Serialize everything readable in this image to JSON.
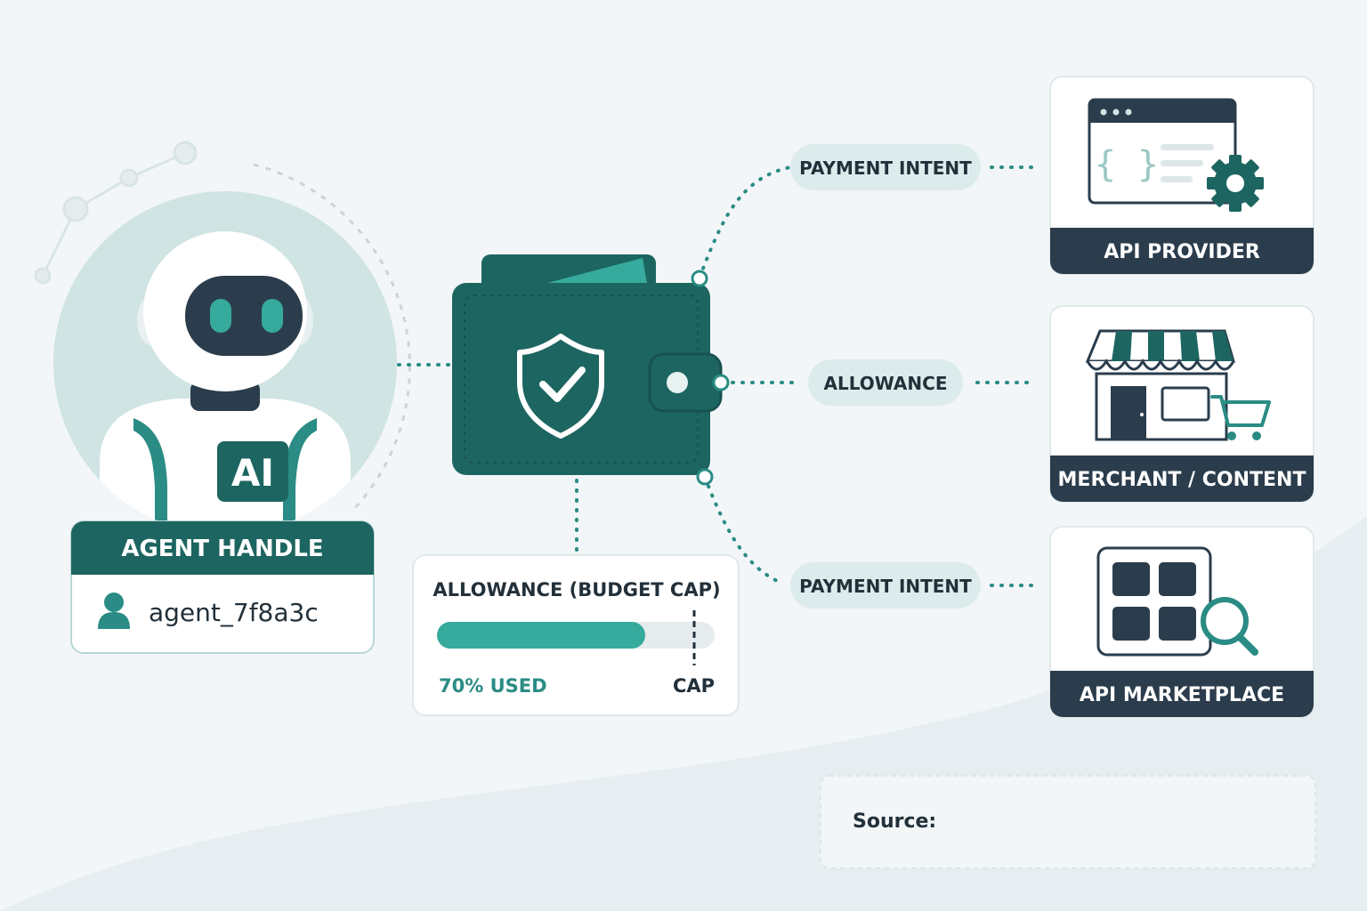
{
  "colors": {
    "background": "#f3f6f8",
    "teal_dark": "#1d6561",
    "teal_mid": "#2a8c84",
    "teal_accent": "#36aa9c",
    "teal_light": "#cfe4e3",
    "navy": "#2b3d4c",
    "pill_bg": "#dcebec",
    "text_dark": "#22303a"
  },
  "agent": {
    "badge": "AI",
    "handle_title": "AGENT HANDLE",
    "handle_value": "agent_7f8a3c",
    "icons": [
      "robot-icon",
      "user-icon"
    ]
  },
  "wallet": {
    "icons": [
      "wallet-icon",
      "shield-check-icon"
    ]
  },
  "allowance_card": {
    "title": "ALLOWANCE (BUDGET CAP)",
    "used_fraction": 0.7,
    "used_label": "70% USED",
    "cap_label": "CAP"
  },
  "connections": [
    {
      "pill": "PAYMENT INTENT"
    },
    {
      "pill": "ALLOWANCE"
    },
    {
      "pill": "PAYMENT INTENT"
    }
  ],
  "destinations": [
    {
      "label": "API PROVIDER",
      "icon": "browser-code-gear-icon"
    },
    {
      "label": "MERCHANT / CONTENT",
      "icon": "storefront-cart-icon"
    },
    {
      "label": "API MARKETPLACE",
      "icon": "grid-search-icon"
    }
  ],
  "source": {
    "label": "Source:"
  }
}
